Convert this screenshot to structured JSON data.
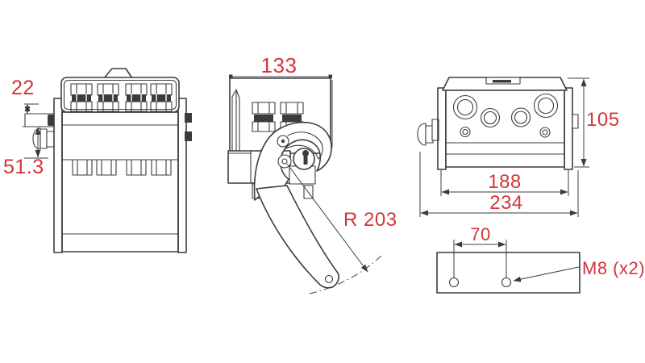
{
  "drawing": {
    "type": "technical-drawing-orthographic-views",
    "colors": {
      "line": "#3c3c3e",
      "dimension_text": "#d2363b",
      "background": "#ffffff"
    },
    "dimensions": {
      "d22": "22",
      "d51_3": "51.3",
      "d133": "133",
      "r203": "R 203",
      "d105": "105",
      "d188": "188",
      "d234": "234",
      "d70": "70",
      "m8": "M8 (x2)"
    }
  }
}
